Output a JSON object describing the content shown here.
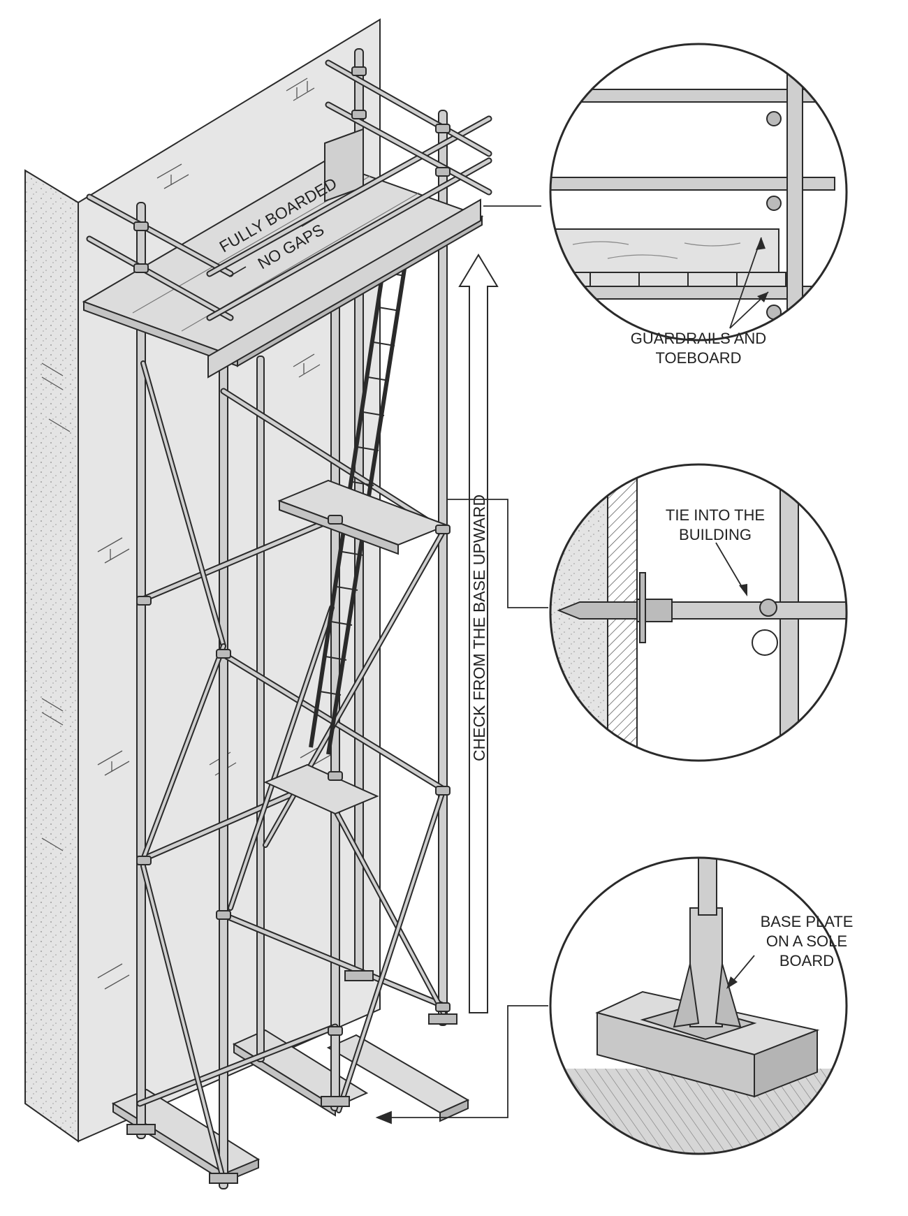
{
  "labels": {
    "fully_boarded": "FULLY BOARDED",
    "no_gaps": "NO GAPS",
    "check_from_base": "CHECK FROM THE BASE UPWARD",
    "guardrails_line1": "GUARDRAILS AND",
    "guardrails_line2": "TOEBOARD",
    "tie_line1": "TIE INTO THE",
    "tie_line2": "BUILDING",
    "base_line1": "BASE PLATE",
    "base_line2": "ON A SOLE",
    "base_line3": "BOARD"
  },
  "colors": {
    "line": "#2a2a2a",
    "wall": "#e6e6e6",
    "wall_side": "#d3d3d3",
    "tube": "#bcbcbc",
    "board": "#dcdcdc",
    "ground": "#cfcfcf"
  },
  "icons": [
    "arrow-up-icon",
    "arrow-left-icon"
  ]
}
